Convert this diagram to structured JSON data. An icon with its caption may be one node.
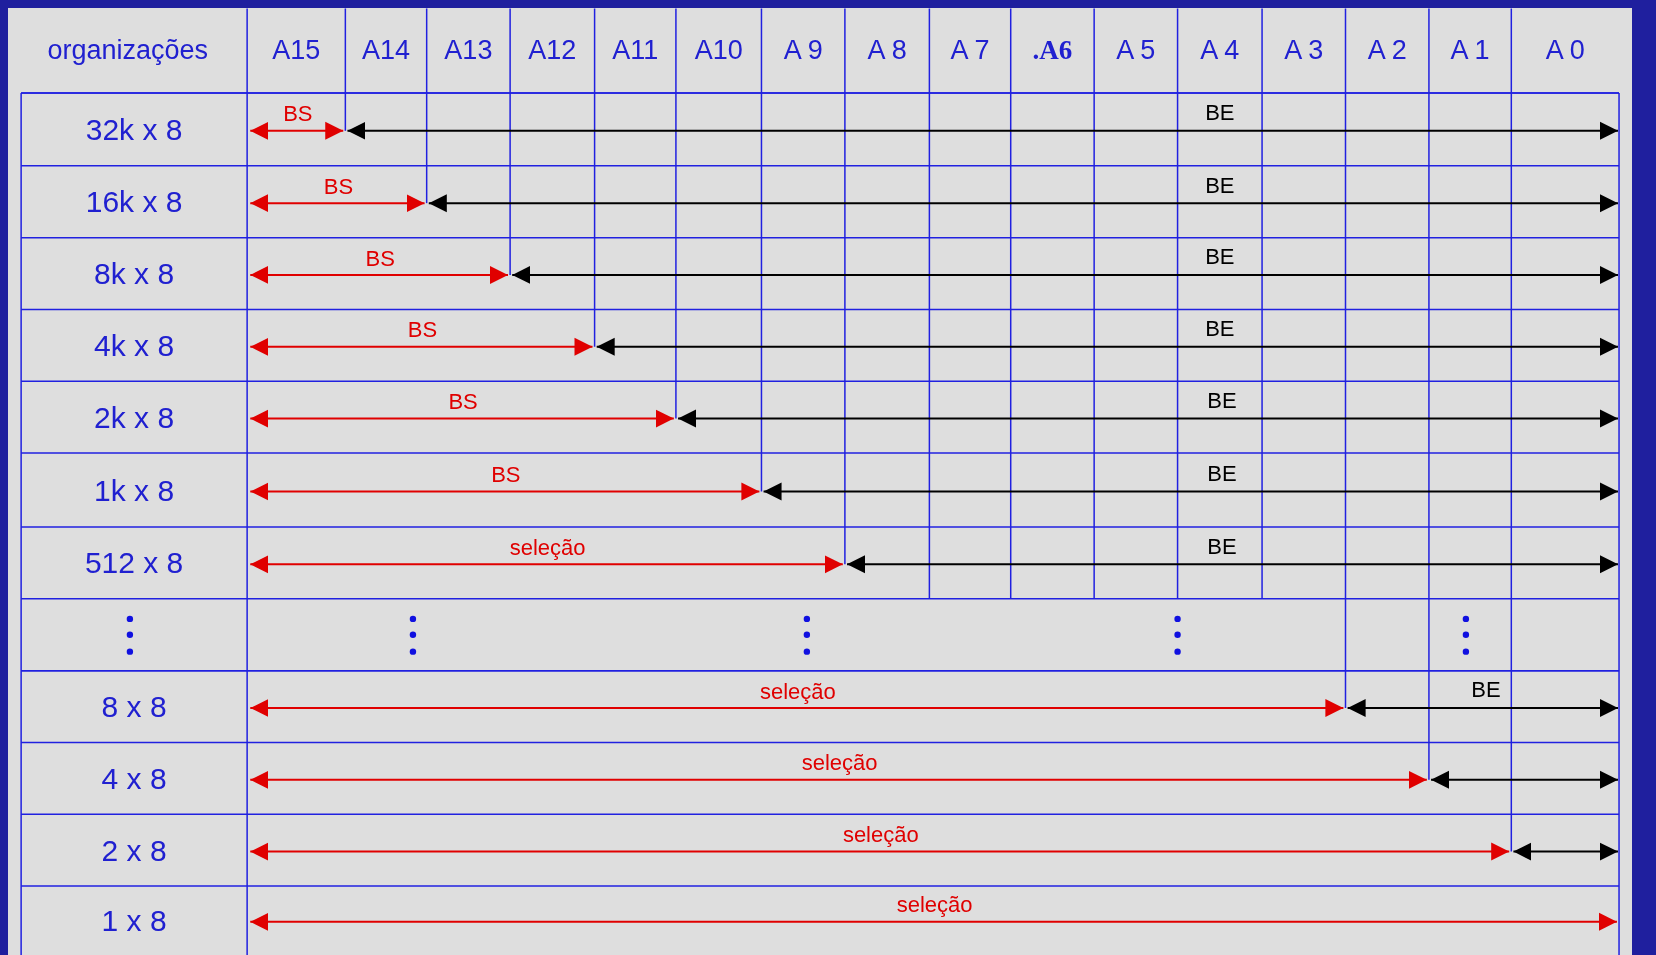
{
  "diagram": {
    "labels": [
      "organizações",
      "A15",
      "A14",
      "A13",
      "A12",
      "A11",
      "A10",
      "A 9",
      "A 8",
      "A 7",
      ".A6",
      "A 5",
      "A 4",
      "A 3",
      "A 2",
      "A 1",
      "A 0",
      "32k x 8",
      "BS",
      "BE",
      "16k x 8",
      "BS",
      "BE",
      "8k x 8",
      "BS",
      "BE",
      "4k x 8",
      "BS",
      "BE",
      "2k x 8",
      "BS",
      "BE",
      "1k x 8",
      "BS",
      "BE",
      "512 x 8",
      "seleção",
      "BE",
      "8 x 8",
      "seleção",
      "BE",
      "4 x 8",
      "seleção",
      "2 x 8",
      "seleção",
      "1 x 8",
      "seleção"
    ]
  }
}
